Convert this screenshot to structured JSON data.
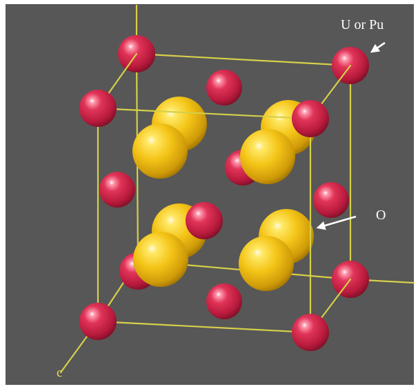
{
  "colors": {
    "background": "#575757",
    "cell_edges": "#d6d04a",
    "cation": "#d4244b",
    "anion": "#f2c21a",
    "label_text": "#ffffff",
    "axis_label": "#e8e05a"
  },
  "labels": {
    "cation": "U or Pu",
    "anion": "O",
    "axis": "c"
  }
}
